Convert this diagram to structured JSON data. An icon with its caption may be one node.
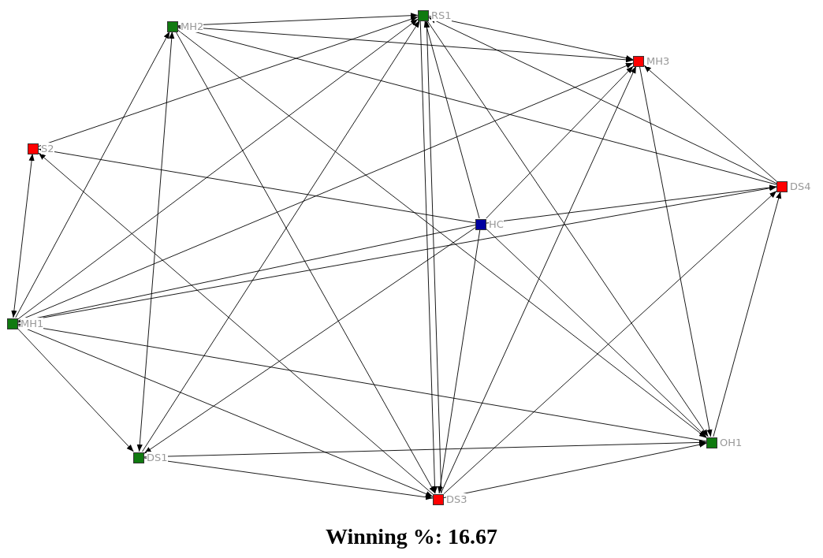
{
  "diagram": {
    "caption": "Winning %: 16.67",
    "nodes": [
      {
        "text": [
          "MH2"
        ]
      },
      {
        "text": [
          "RS1"
        ]
      },
      {
        "text": [
          "MH3"
        ]
      },
      {
        "text": [
          "S2"
        ]
      },
      {
        "text": [
          "DS4"
        ]
      },
      {
        "text": [
          "HC"
        ]
      },
      {
        "text": [
          "MH1"
        ]
      },
      {
        "text": [
          "DS1"
        ]
      },
      {
        "text": [
          "DS3"
        ]
      },
      {
        "text": [
          "OH1"
        ]
      }
    ],
    "edges": [
      {
        "from": 0,
        "to": 1,
        "arrow": "to"
      },
      {
        "from": 0,
        "to": 2,
        "arrow": "to"
      },
      {
        "from": 4,
        "to": 0,
        "arrow": "to"
      },
      {
        "from": 1,
        "to": 2,
        "arrow": "to"
      },
      {
        "from": 4,
        "to": 1,
        "arrow": "to"
      },
      {
        "from": 3,
        "to": 1,
        "arrow": "to"
      },
      {
        "from": 6,
        "to": 3,
        "arrow": "both"
      },
      {
        "from": 5,
        "to": 3,
        "arrow": "to"
      },
      {
        "from": 8,
        "to": 3,
        "arrow": "to"
      },
      {
        "from": 6,
        "to": 0,
        "arrow": "to"
      },
      {
        "from": 6,
        "to": 1,
        "arrow": "to"
      },
      {
        "from": 6,
        "to": 2,
        "arrow": "to"
      },
      {
        "from": 6,
        "to": 4,
        "arrow": "to"
      },
      {
        "from": 5,
        "to": 6,
        "arrow": "to"
      },
      {
        "from": 9,
        "to": 6,
        "arrow": "to"
      },
      {
        "from": 6,
        "to": 7,
        "arrow": "to"
      },
      {
        "from": 6,
        "to": 8,
        "arrow": "to"
      },
      {
        "from": 7,
        "to": 0,
        "arrow": "both"
      },
      {
        "from": 7,
        "to": 1,
        "arrow": "to"
      },
      {
        "from": 7,
        "to": 9,
        "arrow": "to"
      },
      {
        "from": 7,
        "to": 8,
        "arrow": "to"
      },
      {
        "from": 5,
        "to": 7,
        "arrow": "to"
      },
      {
        "from": 0,
        "to": 8,
        "arrow": "to"
      },
      {
        "from": 8,
        "to": 1,
        "arrow": "to"
      },
      {
        "from": 8,
        "to": 2,
        "arrow": "to"
      },
      {
        "from": 8,
        "to": 4,
        "arrow": "to"
      },
      {
        "from": 8,
        "to": 9,
        "arrow": "to"
      },
      {
        "from": 5,
        "to": 1,
        "arrow": "to"
      },
      {
        "from": 5,
        "to": 2,
        "arrow": "to"
      },
      {
        "from": 5,
        "to": 4,
        "arrow": "to"
      },
      {
        "from": 5,
        "to": 8,
        "arrow": "to"
      },
      {
        "from": 5,
        "to": 9,
        "arrow": "to"
      },
      {
        "from": 1,
        "to": 9,
        "arrow": "to"
      },
      {
        "from": 0,
        "to": 9,
        "arrow": "to"
      },
      {
        "from": 2,
        "to": 9,
        "arrow": "to"
      },
      {
        "from": 9,
        "to": 4,
        "arrow": "to"
      },
      {
        "from": 4,
        "to": 2,
        "arrow": "to"
      },
      {
        "from": 1,
        "to": 8,
        "arrow": "to"
      }
    ]
  }
}
